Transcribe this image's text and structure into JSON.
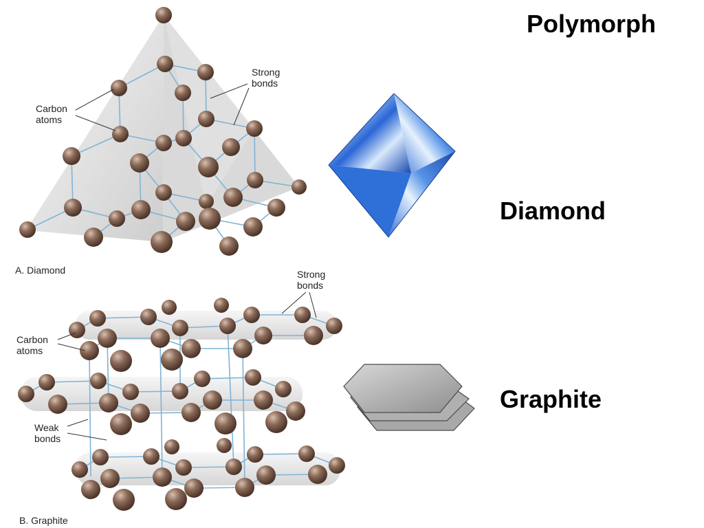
{
  "title": "Polymorph",
  "materials": {
    "diamond_label": "Diamond",
    "graphite_label": "Graphite"
  },
  "diamond_panel": {
    "caption": "A. Diamond",
    "carbon_atoms_line1": "Carbon",
    "carbon_atoms_line2": "atoms",
    "strong_bonds_line1": "Strong",
    "strong_bonds_line2": "bonds"
  },
  "graphite_panel": {
    "caption": "B. Graphite",
    "carbon_atoms_line1": "Carbon",
    "carbon_atoms_line2": "atoms",
    "strong_bonds_line1": "Strong",
    "strong_bonds_line2": "bonds",
    "weak_bonds_line1": "Weak",
    "weak_bonds_line2": "bonds"
  },
  "colors": {
    "atom": "#8a6a58",
    "atom_highlight": "#c4a694",
    "bond": "#7fb3d6",
    "diamond_crystal": "#2f6fd8",
    "graphite_sheet": "#b7b7b7"
  }
}
